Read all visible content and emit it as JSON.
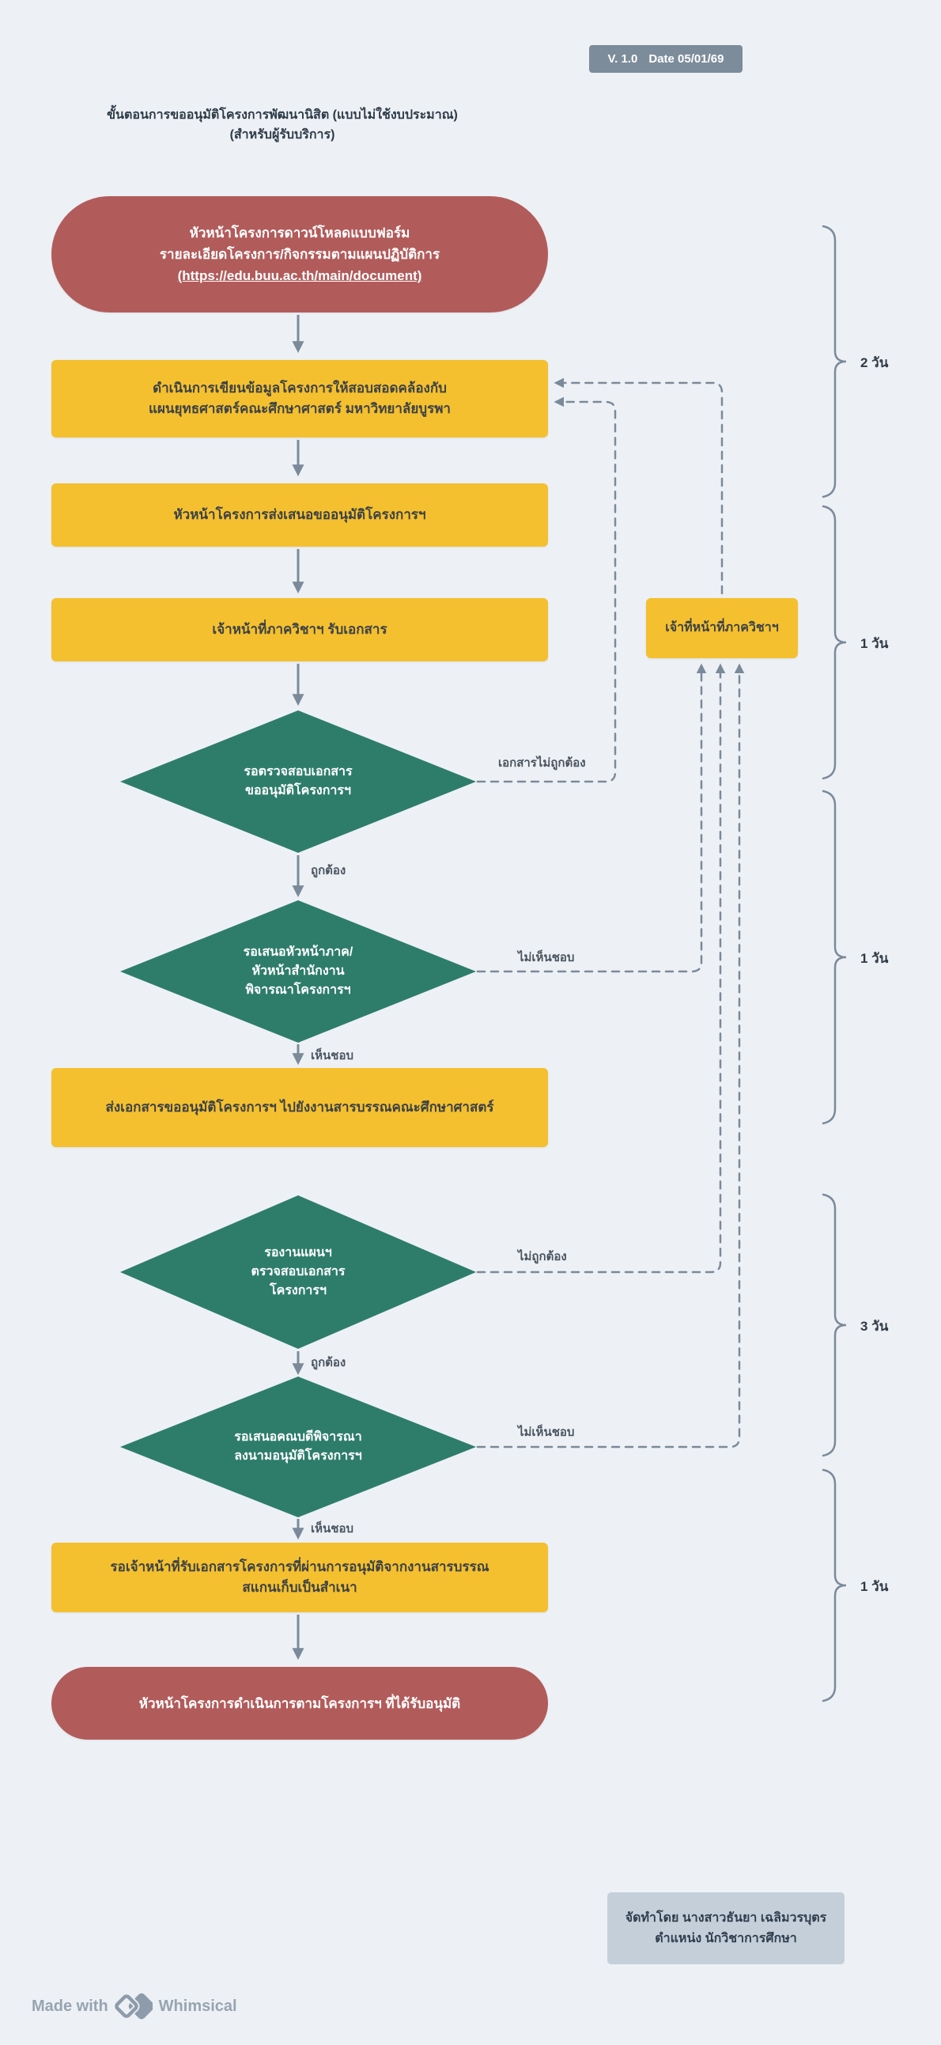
{
  "badge": {
    "version": "V. 1.0",
    "date": "Date 05/01/69"
  },
  "title": {
    "line1": "ขั้นตอนการขออนุมัติโครงการพัฒนานิสิต (แบบไม่ใช้งบประมาณ)",
    "line2": "(สำหรับผู้รับบริการ)"
  },
  "nodes": {
    "start": {
      "line1": "หัวหน้าโครงการดาวน์โหลดแบบฟอร์ม",
      "line2": "รายละเอียดโครงการ/กิจกรรมตามแผนปฏิบัติการ",
      "link": "(https://edu.buu.ac.th/main/document)"
    },
    "write_project": {
      "line1": "ดำเนินการเขียนข้อมูลโครงการให้สอบสอดคล้องกับ",
      "line2": "แผนยุทธศาสตร์คณะศึกษาศาสตร์ มหาวิทยาลัยบูรพา"
    },
    "submit": {
      "text": "หัวหน้าโครงการส่งเสนอขออนุมัติโครงการฯ"
    },
    "receive_docs": {
      "text": "เจ้าหน้าที่ภาควิชาฯ รับเอกสาร"
    },
    "dept_officer": {
      "text": "เจ้าที่หน้าที่ภาควิชาฯ"
    },
    "check_docs": {
      "line1": "รอตรวจสอบเอกสาร",
      "line2": "ขออนุมัติโครงการฯ"
    },
    "head_review": {
      "line1": "รอเสนอหัวหน้าภาค/",
      "line2": "หัวหน้าสำนักงาน",
      "line3": "พิจารณาโครงการฯ"
    },
    "send_docs": {
      "text": "ส่งเอกสารขออนุมัติโครงการฯ ไปยังงานสารบรรณคณะศึกษาศาสตร์"
    },
    "plan_check": {
      "line1": "รองานแผนฯ",
      "line2": "ตรวจสอบเอกสาร",
      "line3": "โครงการฯ"
    },
    "dean_review": {
      "line1": "รอเสนอคณบดีพิจารณา",
      "line2": "ลงนามอนุมัติโครงการฯ"
    },
    "scan_copy": {
      "line1": "รอเจ้าหน้าที่รับเอกสารโครงการที่ผ่านการอนุมัติจากงานสารบรรณ",
      "line2": "สแกนเก็บเป็นสำเนา"
    },
    "end": {
      "text": "หัวหน้าโครงการดำเนินการตามโครงการฯ ที่ได้รับอนุมัติ"
    }
  },
  "edge_labels": {
    "incorrect_docs": "เอกสารไม่ถูกต้อง",
    "correct1": "ถูกต้อง",
    "disapprove1": "ไม่เห็นชอบ",
    "approve1": "เห็นชอบ",
    "incorrect2": "ไม่ถูกต้อง",
    "correct2": "ถูกต้อง",
    "disapprove2": "ไม่เห็นชอบ",
    "approve2": "เห็นชอบ"
  },
  "durations": [
    "2 วัน",
    "1 วัน",
    "1 วัน",
    "3 วัน",
    "1 วัน"
  ],
  "attribution": {
    "line1": "จัดทำโดย นางสาวธันยา เฉลิมวรบุตร",
    "line2": "ตำแหน่ง นักวิชาการศึกษา"
  },
  "footer": {
    "made_with": "Made with",
    "brand": "Whimsical"
  },
  "colors": {
    "background": "#edf1f5",
    "terminal": "#b25b5b",
    "process": "#f5c02f",
    "decision": "#2e7d6b",
    "connector": "#7b8a9a",
    "badge": "#7d8c9b",
    "attribution": "#c4cfda"
  }
}
